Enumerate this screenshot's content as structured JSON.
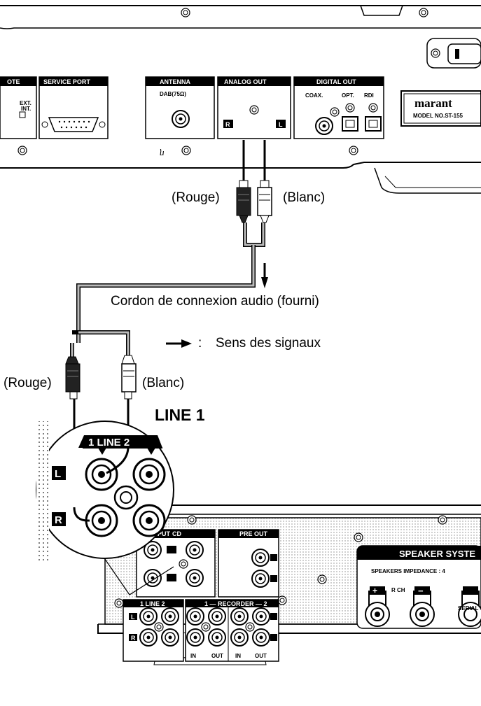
{
  "tuner": {
    "panel_remote": "OTE",
    "panel_service": "SERVICE PORT",
    "panel_antenna": "ANTENNA",
    "antenna_sub": "DAB(75Ω)",
    "panel_analog": "ANALOG OUT",
    "panel_digital": "DIGITAL OUT",
    "coax": "COAX.",
    "opt": "OPT.",
    "rdi": "RDI",
    "ext": "EXT.",
    "int": "INT.",
    "brand": "marant",
    "model": "MODEL NO.ST-155",
    "ch_r": "R",
    "ch_l": "L"
  },
  "labels": {
    "rouge_top": "(Rouge)",
    "blanc_top": "(Blanc)",
    "cable": "Cordon de connexion audio (fourni)",
    "signal": "Sens des signaux",
    "signal_colon": ":",
    "rouge_bottom": "(Rouge)",
    "blanc_bottom": "(Blanc)",
    "line1": "LINE 1"
  },
  "amp": {
    "zoom_header": "1 LINE 2",
    "zoom_l": "L",
    "zoom_r": "R",
    "input": "INPUT",
    "cd": "CD",
    "preout": "PRE OUT",
    "line": "1  LINE  2",
    "recorder": "1 — RECORDER — 2",
    "in1": "IN",
    "out1": "OUT",
    "in2": "IN",
    "out2": "OUT",
    "speaker": "SPEAKER SYSTE",
    "impedance": "SPEAKERS IMPEDANCE : 4",
    "rch": "R CH",
    "serial": "SERIAL",
    "plus": "+",
    "minus": "−"
  }
}
